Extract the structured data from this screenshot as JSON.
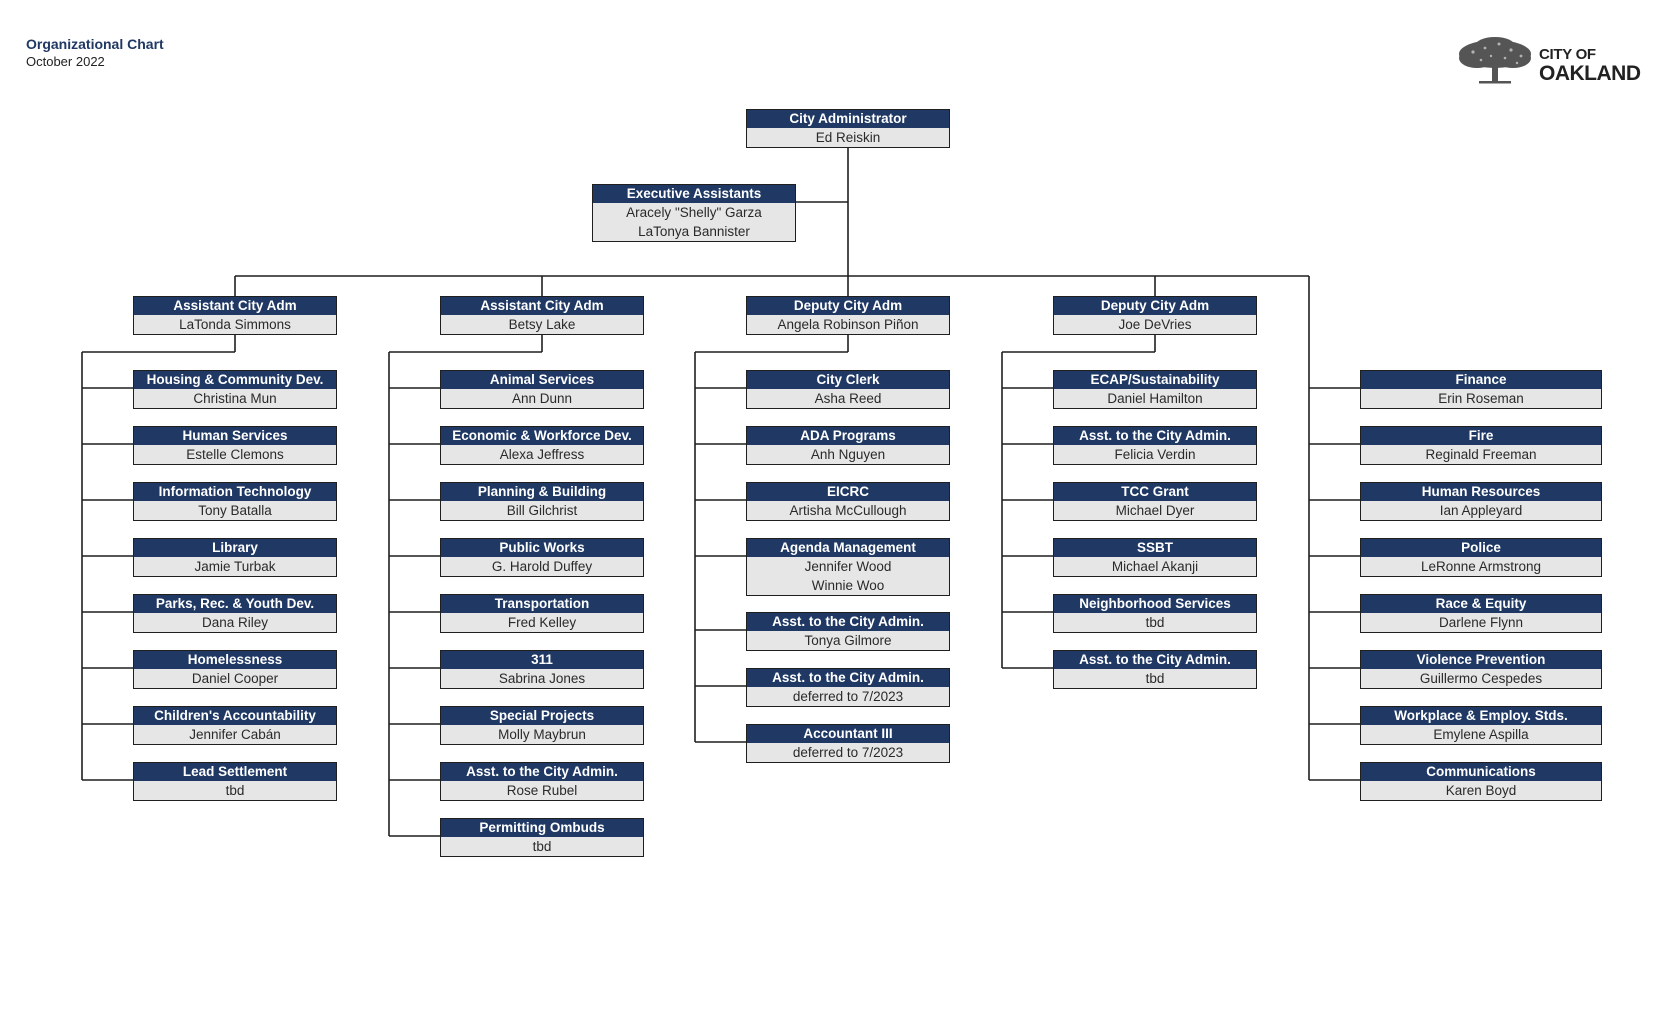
{
  "header": {
    "title": "Organizational Chart",
    "subtitle": "October 2022",
    "logo": {
      "line1": "CITY OF",
      "line2": "OAKLAND",
      "icon": "oak-tree-icon"
    }
  },
  "colors": {
    "title_bar": "#1f3864",
    "name_bar": "#e6e6e6",
    "connector": "#1f1f1f"
  },
  "top": {
    "title": "City Administrator",
    "names": [
      "Ed Reiskin"
    ]
  },
  "executive": {
    "title": "Executive Assistants",
    "names": [
      "Aracely \"Shelly\" Garza",
      "LaTonya Bannister"
    ]
  },
  "columns": [
    {
      "head": {
        "title": "Assistant City Adm",
        "names": [
          "LaTonda Simmons"
        ]
      },
      "reports": [
        {
          "title": "Housing & Community Dev.",
          "names": [
            "Christina Mun"
          ]
        },
        {
          "title": "Human Services",
          "names": [
            "Estelle Clemons"
          ]
        },
        {
          "title": "Information Technology",
          "names": [
            "Tony Batalla"
          ]
        },
        {
          "title": "Library",
          "names": [
            "Jamie Turbak"
          ]
        },
        {
          "title": "Parks, Rec. & Youth Dev.",
          "names": [
            "Dana Riley"
          ]
        },
        {
          "title": "Homelessness",
          "names": [
            "Daniel Cooper"
          ]
        },
        {
          "title": "Children's Accountability",
          "names": [
            "Jennifer Cabán"
          ]
        },
        {
          "title": "Lead Settlement",
          "names": [
            "tbd"
          ]
        }
      ]
    },
    {
      "head": {
        "title": "Assistant City Adm",
        "names": [
          "Betsy Lake"
        ]
      },
      "reports": [
        {
          "title": "Animal Services",
          "names": [
            "Ann Dunn"
          ]
        },
        {
          "title": "Economic & Workforce Dev.",
          "names": [
            "Alexa Jeffress"
          ]
        },
        {
          "title": "Planning & Building",
          "names": [
            "Bill Gilchrist"
          ]
        },
        {
          "title": "Public Works",
          "names": [
            "G. Harold Duffey"
          ]
        },
        {
          "title": "Transportation",
          "names": [
            "Fred Kelley"
          ]
        },
        {
          "title": "311",
          "names": [
            "Sabrina Jones"
          ]
        },
        {
          "title": "Special Projects",
          "names": [
            "Molly Maybrun"
          ]
        },
        {
          "title": "Asst. to the City Admin.",
          "names": [
            "Rose Rubel"
          ]
        },
        {
          "title": "Permitting Ombuds",
          "names": [
            "tbd"
          ]
        }
      ]
    },
    {
      "head": {
        "title": "Deputy City Adm",
        "names": [
          "Angela Robinson Piñon"
        ]
      },
      "reports": [
        {
          "title": "City Clerk",
          "names": [
            "Asha Reed"
          ]
        },
        {
          "title": "ADA Programs",
          "names": [
            "Anh Nguyen"
          ]
        },
        {
          "title": "EICRC",
          "names": [
            "Artisha McCullough"
          ]
        },
        {
          "title": "Agenda Management",
          "names": [
            "Jennifer Wood",
            "Winnie Woo"
          ]
        },
        {
          "title": "Asst. to the City Admin.",
          "names": [
            "Tonya Gilmore"
          ]
        },
        {
          "title": "Asst. to the City Admin.",
          "names": [
            "deferred to 7/2023"
          ]
        },
        {
          "title": "Accountant III",
          "names": [
            "deferred to 7/2023"
          ]
        }
      ]
    },
    {
      "head": {
        "title": "Deputy City Adm",
        "names": [
          "Joe DeVries"
        ]
      },
      "reports": [
        {
          "title": "ECAP/Sustainability",
          "names": [
            "Daniel Hamilton"
          ]
        },
        {
          "title": "Asst. to the City Admin.",
          "names": [
            "Felicia Verdin"
          ]
        },
        {
          "title": "TCC Grant",
          "names": [
            "Michael Dyer"
          ]
        },
        {
          "title": "SSBT",
          "names": [
            "Michael Akanji"
          ]
        },
        {
          "title": "Neighborhood Services",
          "names": [
            "tbd"
          ]
        },
        {
          "title": "Asst. to the City Admin.",
          "names": [
            "tbd"
          ]
        }
      ]
    }
  ],
  "direct_reports": [
    {
      "title": "Finance",
      "names": [
        "Erin Roseman"
      ]
    },
    {
      "title": "Fire",
      "names": [
        "Reginald Freeman"
      ]
    },
    {
      "title": "Human Resources",
      "names": [
        "Ian Appleyard"
      ]
    },
    {
      "title": "Police",
      "names": [
        "LeRonne Armstrong"
      ]
    },
    {
      "title": "Race & Equity",
      "names": [
        "Darlene Flynn"
      ]
    },
    {
      "title": "Violence Prevention",
      "names": [
        "Guillermo Cespedes"
      ]
    },
    {
      "title": "Workplace & Employ. Stds.",
      "names": [
        "Emylene Aspilla"
      ]
    },
    {
      "title": "Communications",
      "names": [
        "Karen Boyd"
      ]
    }
  ]
}
